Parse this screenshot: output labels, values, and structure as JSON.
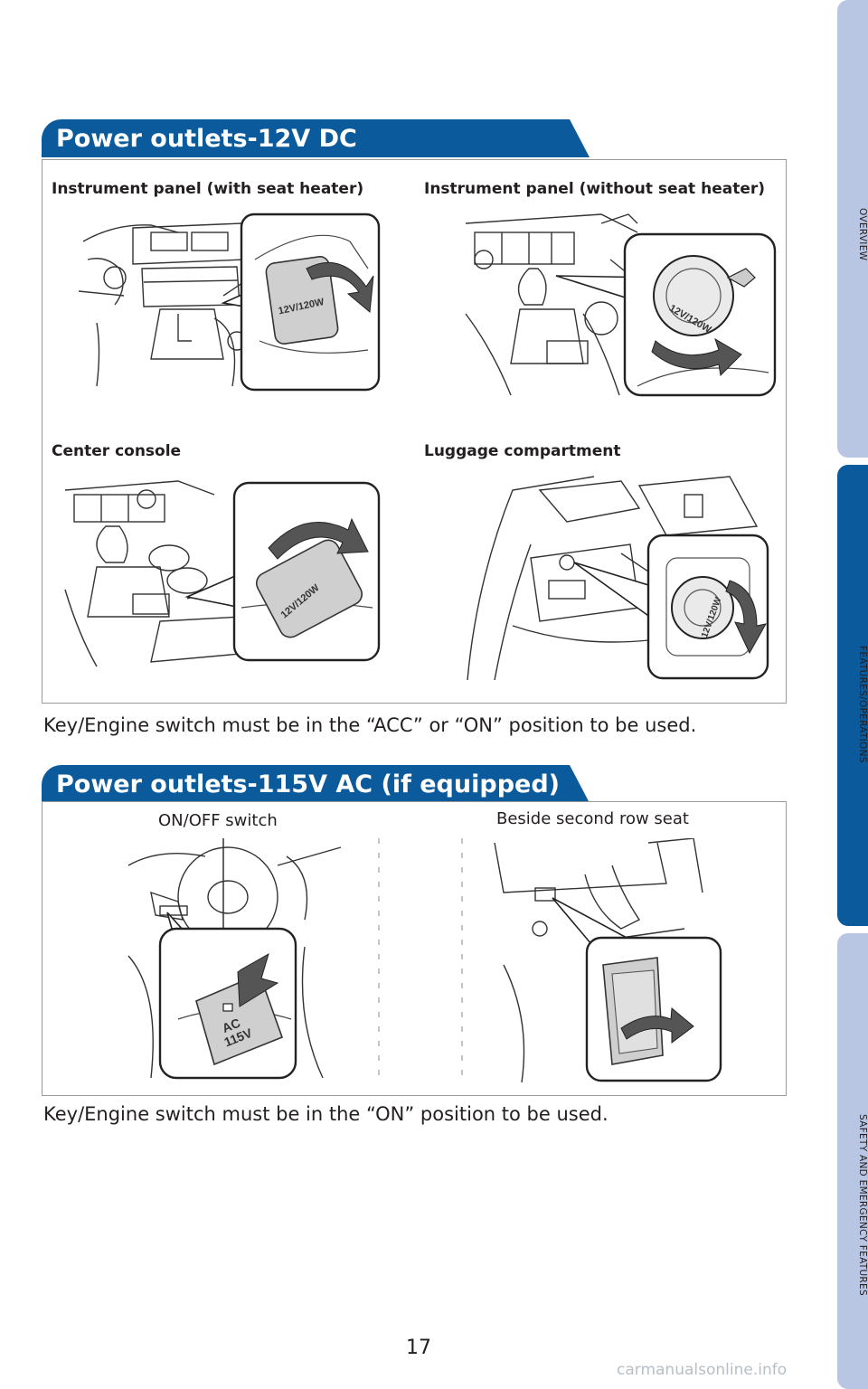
{
  "section1": {
    "title": "Power outlets-12V DC",
    "figures": [
      {
        "label": "Instrument panel (with seat heater)",
        "outlet_label": "12V/120W"
      },
      {
        "label": "Instrument panel (without seat heater)",
        "outlet_label": "12V/120W"
      },
      {
        "label": "Center console",
        "outlet_label": "12V/120W"
      },
      {
        "label": "Luggage compartment",
        "outlet_label": "12V/120W"
      }
    ],
    "note": "Key/Engine switch must be in the “ACC” or “ON” position to be used."
  },
  "section2": {
    "title": "Power outlets-115V AC (if equipped)",
    "figures": [
      {
        "label": "ON/OFF switch",
        "outlet_label_1": "AC",
        "outlet_label_2": "115V"
      },
      {
        "label": "Beside second row seat"
      }
    ],
    "note": "Key/Engine switch must be in the “ON” position to be used."
  },
  "side_tabs": [
    {
      "label": "OVERVIEW",
      "color": "#b8c6e3"
    },
    {
      "label": "FEATURES/OPERATIONS",
      "color": "#0a5a9c"
    },
    {
      "label": "SAFETY AND EMERGENCY FEATURES",
      "color": "#b8c6e3"
    }
  ],
  "page_number": "17",
  "watermark": "carmanualsonline.info"
}
